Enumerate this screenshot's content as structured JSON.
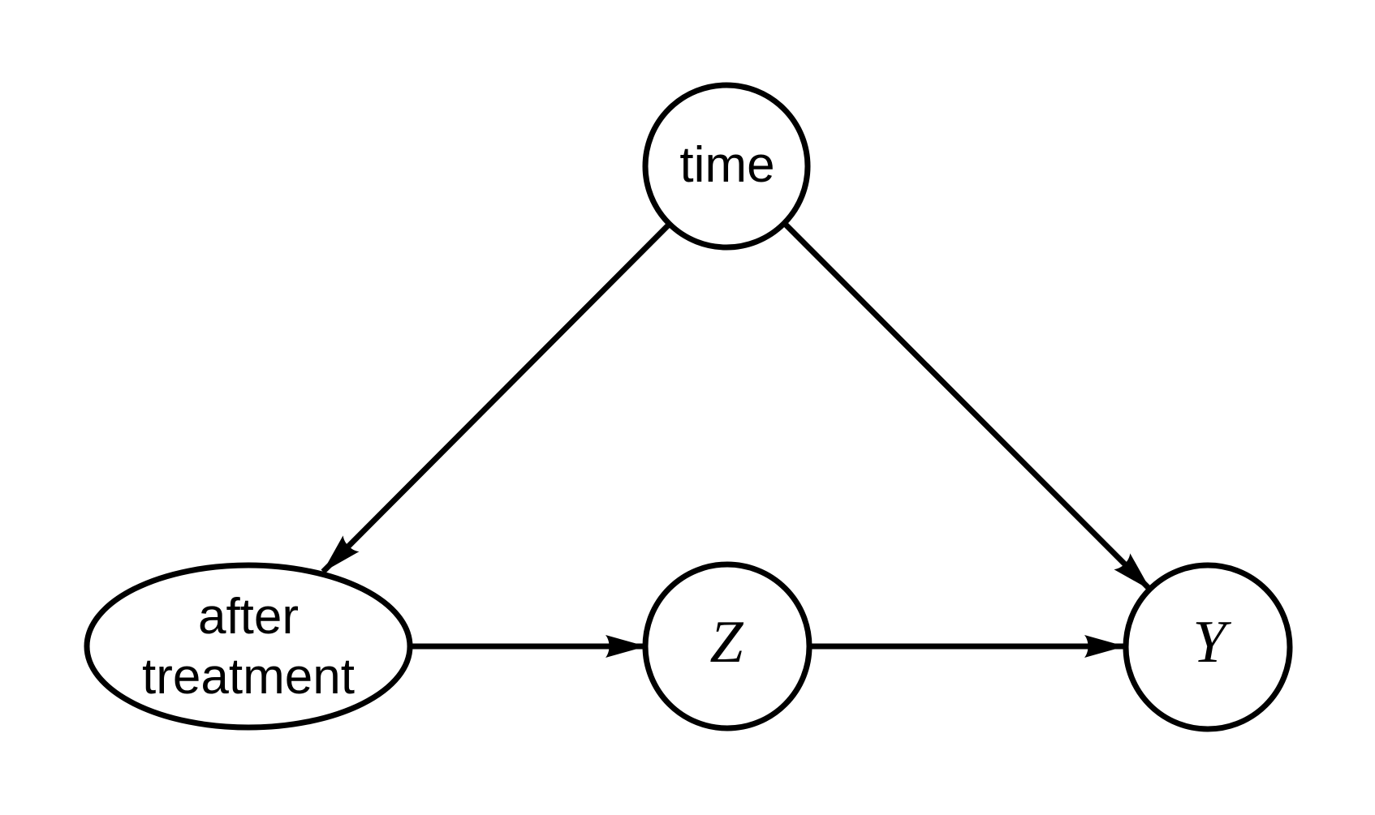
{
  "diagram": {
    "type": "causal-dag",
    "background_color": "#ffffff",
    "stroke_color": "#000000",
    "nodes": [
      {
        "id": "time",
        "label": "time",
        "shape": "circle",
        "position": "top-center"
      },
      {
        "id": "after-treatment",
        "label": "after treatment",
        "label_lines": [
          "after",
          "treatment"
        ],
        "shape": "ellipse",
        "position": "bottom-left"
      },
      {
        "id": "Z",
        "label": "Z",
        "shape": "circle",
        "position": "bottom-center"
      },
      {
        "id": "Y",
        "label": "Y",
        "shape": "circle",
        "position": "bottom-right"
      }
    ],
    "edges": [
      {
        "from": "time",
        "to": "after-treatment",
        "directed": true
      },
      {
        "from": "time",
        "to": "Y",
        "directed": true
      },
      {
        "from": "after-treatment",
        "to": "Z",
        "directed": true
      },
      {
        "from": "Z",
        "to": "Y",
        "directed": true
      }
    ]
  }
}
